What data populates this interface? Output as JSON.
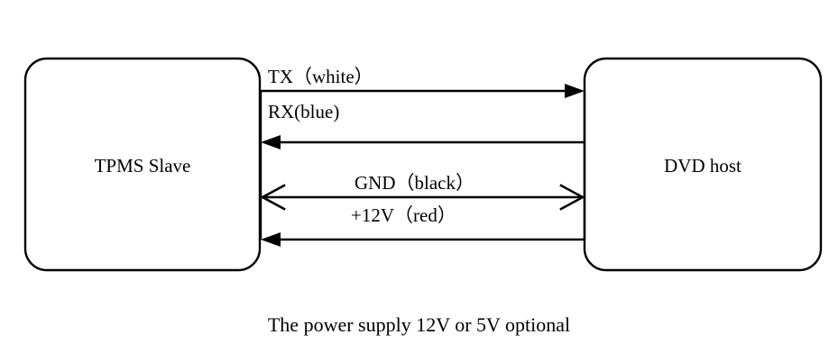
{
  "diagram": {
    "title_text": "The power supply 12V or 5V optional",
    "background_color": "#ffffff",
    "line_color": "#000000",
    "nodes": [
      {
        "id": "tpms",
        "label": "TPMS    Slave"
      },
      {
        "id": "dvd",
        "label": "DVD host"
      }
    ],
    "connections": [
      {
        "id": "tx",
        "label": "TX（white）",
        "signal": "TX",
        "wire_color_name": "white",
        "direction": "left-to-right",
        "arrow_style": "solid"
      },
      {
        "id": "rx",
        "label": "RX(blue)",
        "signal": "RX",
        "wire_color_name": "blue",
        "direction": "right-to-left",
        "arrow_style": "solid"
      },
      {
        "id": "gnd",
        "label": "GND（black）",
        "signal": "GND",
        "wire_color_name": "black",
        "direction": "bidirectional",
        "arrow_style": "open"
      },
      {
        "id": "vcc",
        "label": "+12V（red）",
        "signal": "+12V",
        "wire_color_name": "red",
        "direction": "right-to-left",
        "arrow_style": "solid"
      }
    ]
  }
}
